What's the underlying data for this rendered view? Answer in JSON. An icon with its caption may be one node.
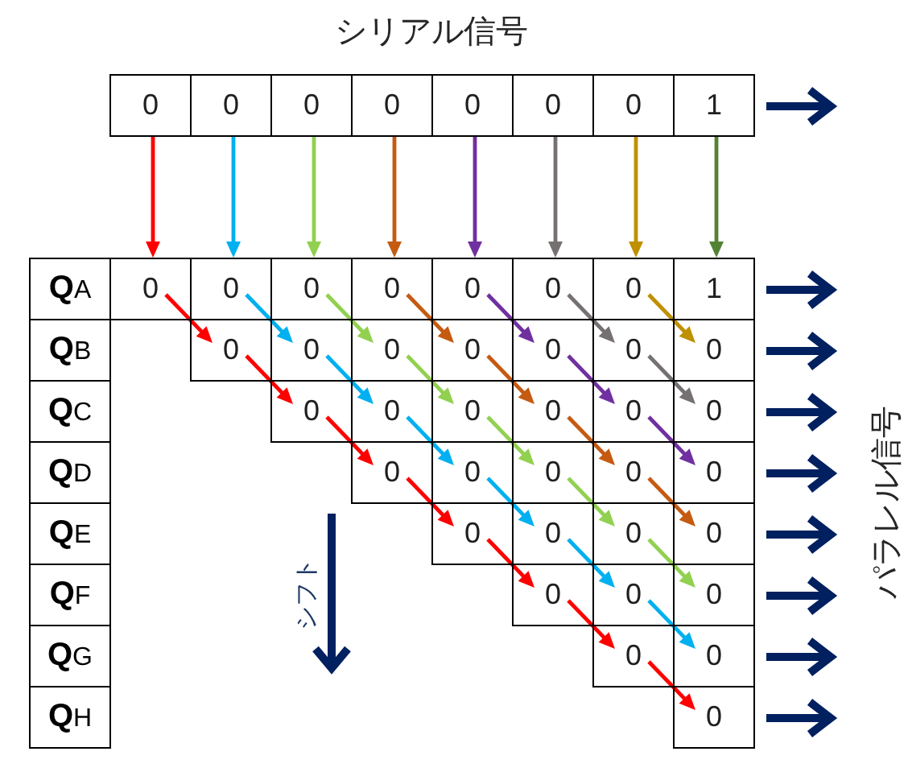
{
  "diagram": {
    "nodes": [
      {
        "text": [
          "0"
        ]
      },
      {
        "text": [
          "0"
        ]
      },
      {
        "text": [
          "0"
        ]
      },
      {
        "text": [
          "0"
        ]
      },
      {
        "text": [
          "0"
        ]
      },
      {
        "text": [
          "0"
        ]
      },
      {
        "text": [
          "0"
        ]
      },
      {
        "text": [
          "1"
        ]
      },
      {
        "text": [
          "**Q**A"
        ]
      },
      {
        "text": [
          "0"
        ]
      },
      {
        "text": [
          "0"
        ]
      },
      {
        "text": [
          "0"
        ]
      },
      {
        "text": [
          "0"
        ]
      },
      {
        "text": [
          "0"
        ]
      },
      {
        "text": [
          "0"
        ]
      },
      {
        "text": [
          "0"
        ]
      },
      {
        "text": [
          "1"
        ]
      },
      {
        "text": [
          "**Q**B"
        ]
      },
      {
        "text": [
          "0"
        ]
      },
      {
        "text": [
          "0"
        ]
      },
      {
        "text": [
          "0"
        ]
      },
      {
        "text": [
          "0"
        ]
      },
      {
        "text": [
          "0"
        ]
      },
      {
        "text": [
          "0"
        ]
      },
      {
        "text": [
          "0"
        ]
      },
      {
        "text": [
          "**Q**C"
        ]
      },
      {
        "text": [
          "0"
        ]
      },
      {
        "text": [
          "0"
        ]
      },
      {
        "text": [
          "0"
        ]
      },
      {
        "text": [
          "0"
        ]
      },
      {
        "text": [
          "0"
        ]
      },
      {
        "text": [
          "0"
        ]
      },
      {
        "text": [
          "**Q**D"
        ]
      },
      {
        "text": [
          "0"
        ]
      },
      {
        "text": [
          "0"
        ]
      },
      {
        "text": [
          "0"
        ]
      },
      {
        "text": [
          "0"
        ]
      },
      {
        "text": [
          "0"
        ]
      },
      {
        "text": [
          "**Q**E"
        ]
      },
      {
        "text": [
          "0"
        ]
      },
      {
        "text": [
          "0"
        ]
      },
      {
        "text": [
          "0"
        ]
      },
      {
        "text": [
          "0"
        ]
      },
      {
        "text": [
          "**Q**F"
        ]
      },
      {
        "text": [
          "0"
        ]
      },
      {
        "text": [
          "0"
        ]
      },
      {
        "text": [
          "0"
        ]
      },
      {
        "text": [
          "**Q**G"
        ]
      },
      {
        "text": [
          "0"
        ]
      },
      {
        "text": [
          "0"
        ]
      },
      {
        "text": [
          "**Q**H"
        ]
      },
      {
        "text": [
          "0"
        ]
      }
    ],
    "edges": [
      {
        "from": 7,
        "to": null,
        "arrow": "to",
        "style": "thick"
      },
      {
        "from": 0,
        "to": 9,
        "arrow": "to",
        "color": "#ff0000"
      },
      {
        "from": 1,
        "to": 10,
        "arrow": "to",
        "color": "#00b0f0"
      },
      {
        "from": 2,
        "to": 11,
        "arrow": "to",
        "color": "#92d050"
      },
      {
        "from": 3,
        "to": 12,
        "arrow": "to",
        "color": "#c55a11"
      },
      {
        "from": 4,
        "to": 13,
        "arrow": "to",
        "color": "#7030a0"
      },
      {
        "from": 5,
        "to": 14,
        "arrow": "to",
        "color": "#767171"
      },
      {
        "from": 6,
        "to": 15,
        "arrow": "to",
        "color": "#bf9000"
      },
      {
        "from": 7,
        "to": 16,
        "arrow": "to",
        "color": "#548235"
      },
      {
        "from": 16,
        "to": null,
        "arrow": "to",
        "style": "thick"
      },
      {
        "from": 24,
        "to": null,
        "arrow": "to",
        "style": "thick"
      },
      {
        "from": 31,
        "to": null,
        "arrow": "to",
        "style": "thick"
      },
      {
        "from": 37,
        "to": null,
        "arrow": "to",
        "style": "thick"
      },
      {
        "from": 42,
        "to": null,
        "arrow": "to",
        "style": "thick"
      },
      {
        "from": 46,
        "to": null,
        "arrow": "to",
        "style": "thick"
      },
      {
        "from": 49,
        "to": null,
        "arrow": "to",
        "style": "thick"
      },
      {
        "from": 51,
        "to": null,
        "arrow": "to",
        "style": "thick"
      },
      {
        "from": 9,
        "to": 18,
        "arrow": "to",
        "color": "#ff0000"
      },
      {
        "from": 10,
        "to": 19,
        "arrow": "to",
        "color": "#00b0f0"
      },
      {
        "from": 11,
        "to": 20,
        "arrow": "to",
        "color": "#92d050"
      },
      {
        "from": 12,
        "to": 21,
        "arrow": "to",
        "color": "#c55a11"
      },
      {
        "from": 13,
        "to": 22,
        "arrow": "to",
        "color": "#7030a0"
      },
      {
        "from": 14,
        "to": 23,
        "arrow": "to",
        "color": "#767171"
      },
      {
        "from": 15,
        "to": 24,
        "arrow": "to",
        "color": "#bf9000"
      },
      {
        "from": 18,
        "to": 26,
        "arrow": "to",
        "color": "#ff0000"
      },
      {
        "from": 19,
        "to": 27,
        "arrow": "to",
        "color": "#00b0f0"
      },
      {
        "from": 20,
        "to": 28,
        "arrow": "to",
        "color": "#92d050"
      },
      {
        "from": 21,
        "to": 29,
        "arrow": "to",
        "color": "#c55a11"
      },
      {
        "from": 22,
        "to": 30,
        "arrow": "to",
        "color": "#7030a0"
      },
      {
        "from": 23,
        "to": 31,
        "arrow": "to",
        "color": "#767171"
      },
      {
        "from": 26,
        "to": 33,
        "arrow": "to",
        "color": "#ff0000"
      },
      {
        "from": 27,
        "to": 34,
        "arrow": "to",
        "color": "#00b0f0"
      },
      {
        "from": 28,
        "to": 35,
        "arrow": "to",
        "color": "#92d050"
      },
      {
        "from": 29,
        "to": 36,
        "arrow": "to",
        "color": "#c55a11"
      },
      {
        "from": 30,
        "to": 37,
        "arrow": "to",
        "color": "#7030a0"
      },
      {
        "from": 33,
        "to": 39,
        "arrow": "to",
        "color": "#ff0000"
      },
      {
        "from": 34,
        "to": 40,
        "arrow": "to",
        "color": "#00b0f0"
      },
      {
        "from": 35,
        "to": 41,
        "arrow": "to",
        "color": "#92d050"
      },
      {
        "from": 36,
        "to": 42,
        "arrow": "to",
        "color": "#c55a11"
      },
      {
        "from": 39,
        "to": 44,
        "arrow": "to",
        "color": "#ff0000"
      },
      {
        "from": 40,
        "to": 45,
        "arrow": "to",
        "color": "#00b0f0"
      },
      {
        "from": 41,
        "to": 46,
        "arrow": "to",
        "color": "#92d050"
      },
      {
        "from": 44,
        "to": 48,
        "arrow": "to",
        "color": "#ff0000"
      },
      {
        "from": 45,
        "to": 49,
        "arrow": "to",
        "color": "#00b0f0"
      },
      {
        "from": 48,
        "to": 51,
        "arrow": "to",
        "color": "#ff0000"
      }
    ],
    "labels": [
      "シリアル信号",
      "パラレル信号",
      "シフト"
    ]
  }
}
